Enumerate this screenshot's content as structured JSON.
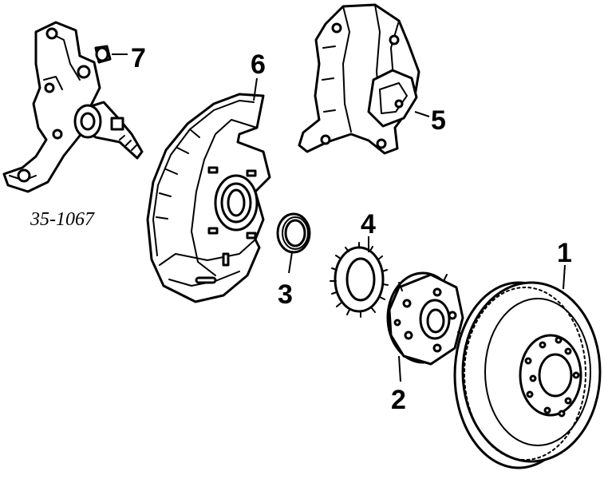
{
  "reference_number": "35-1067",
  "callouts": [
    {
      "id": "1",
      "text": "1"
    },
    {
      "id": "2",
      "text": "2"
    },
    {
      "id": "3",
      "text": "3"
    },
    {
      "id": "4",
      "text": "4"
    },
    {
      "id": "5",
      "text": "5"
    },
    {
      "id": "6",
      "text": "6"
    },
    {
      "id": "7",
      "text": "7"
    }
  ],
  "colors": {
    "ink": "#000000",
    "paper": "#ffffff"
  }
}
